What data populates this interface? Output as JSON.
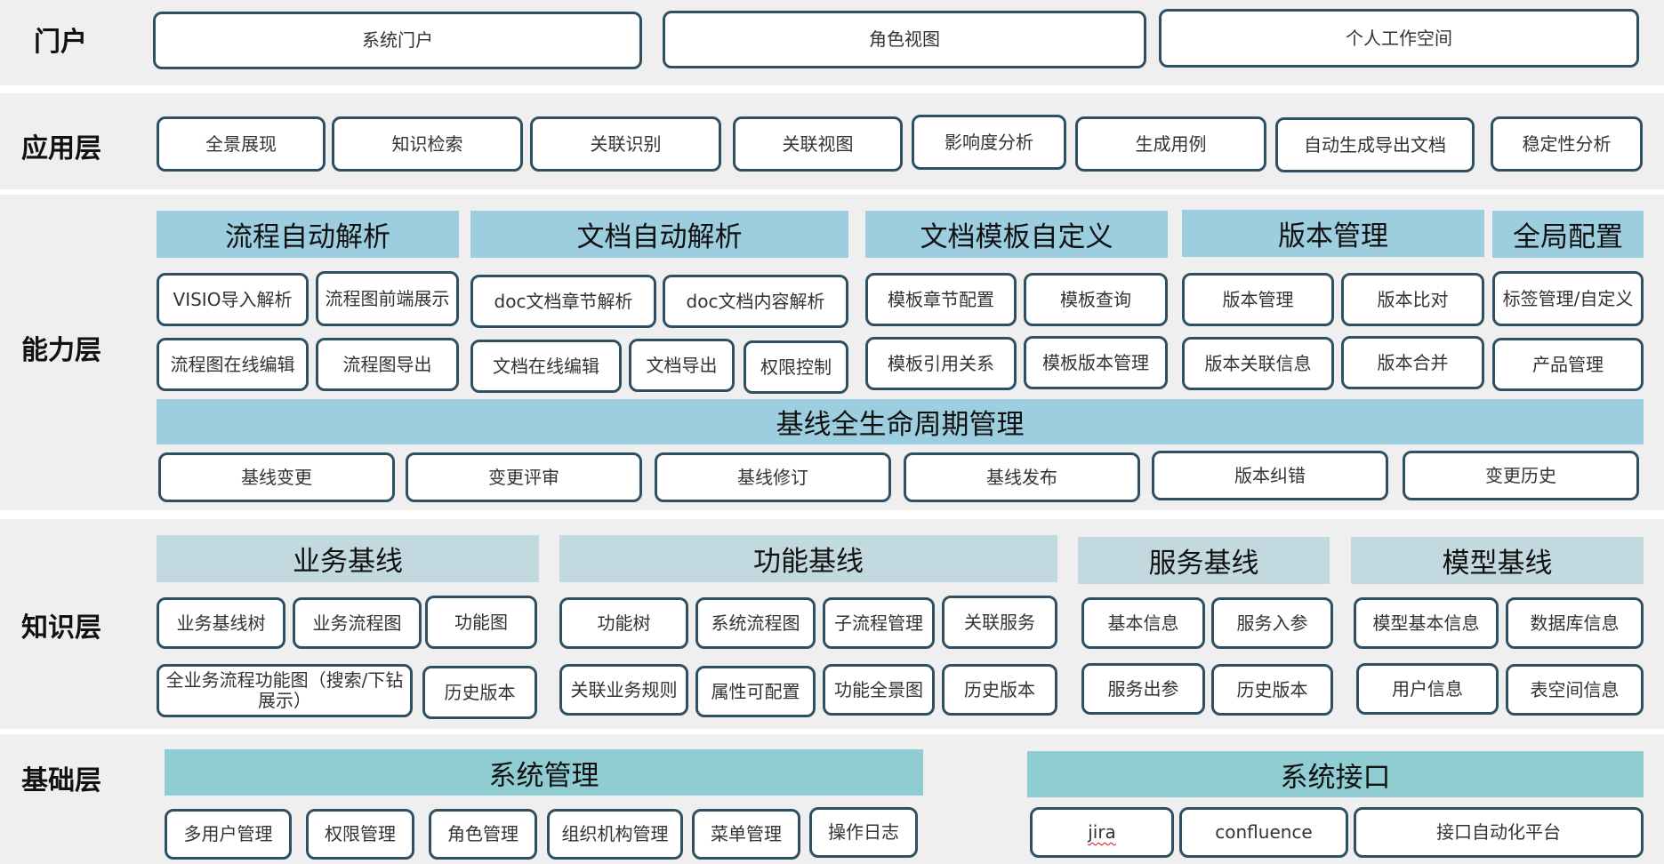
{
  "layers": {
    "portal": {
      "label": "门户",
      "items": [
        "系统门户",
        "角色视图",
        "个人工作空间"
      ]
    },
    "application": {
      "label": "应用层",
      "items": [
        "全景展现",
        "知识检索",
        "关联识别",
        "关联视图",
        "影响度分析",
        "生成用例",
        "自动生成导出文档",
        "稳定性分析"
      ]
    },
    "capability": {
      "label": "能力层",
      "groups": [
        {
          "title": "流程自动解析",
          "items": [
            "VISIO导入解析",
            "流程图前端展示",
            "流程图在线编辑",
            "流程图导出"
          ]
        },
        {
          "title": "文档自动解析",
          "items": [
            "doc文档章节解析",
            "doc文档内容解析",
            "文档在线编辑",
            "文档导出",
            "权限控制"
          ]
        },
        {
          "title": "文档模板自定义",
          "items": [
            "模板章节配置",
            "模板查询",
            "模板引用关系",
            "模板版本管理"
          ]
        },
        {
          "title": "版本管理",
          "items": [
            "版本管理",
            "版本比对",
            "版本关联信息",
            "版本合并"
          ]
        },
        {
          "title": "全局配置",
          "items": [
            "标签管理/自定义",
            "产品管理"
          ]
        }
      ],
      "baseline": {
        "title": "基线全生命周期管理",
        "items": [
          "基线变更",
          "变更评审",
          "基线修订",
          "基线发布",
          "版本纠错",
          "变更历史"
        ]
      }
    },
    "knowledge": {
      "label": "知识层",
      "groups": [
        {
          "title": "业务基线",
          "items": [
            "业务基线树",
            "业务流程图",
            "功能图",
            "全业务流程功能图（搜索/下钻展示）",
            "历史版本"
          ]
        },
        {
          "title": "功能基线",
          "items": [
            "功能树",
            "系统流程图",
            "子流程管理",
            "关联服务",
            "关联业务规则",
            "属性可配置",
            "功能全景图",
            "历史版本"
          ]
        },
        {
          "title": "服务基线",
          "items": [
            "基本信息",
            "服务入参",
            "服务出参",
            "历史版本"
          ]
        },
        {
          "title": "模型基线",
          "items": [
            "模型基本信息",
            "数据库信息",
            "用户信息",
            "表空间信息"
          ]
        }
      ]
    },
    "foundation": {
      "label": "基础层",
      "groups": [
        {
          "title": "系统管理",
          "items": [
            "多用户管理",
            "权限管理",
            "角色管理",
            "组织机构管理",
            "菜单管理",
            "操作日志"
          ]
        },
        {
          "title": "系统接口",
          "items": [
            "jira",
            "confluence",
            "接口自动化平台"
          ]
        }
      ]
    }
  },
  "colors": {
    "band_bg": "#efefef",
    "box_border": "#2f4f63",
    "header_blue": "#9ccee0",
    "header_grey": "#c3d9e0",
    "header_teal": "#8fcdd3"
  }
}
